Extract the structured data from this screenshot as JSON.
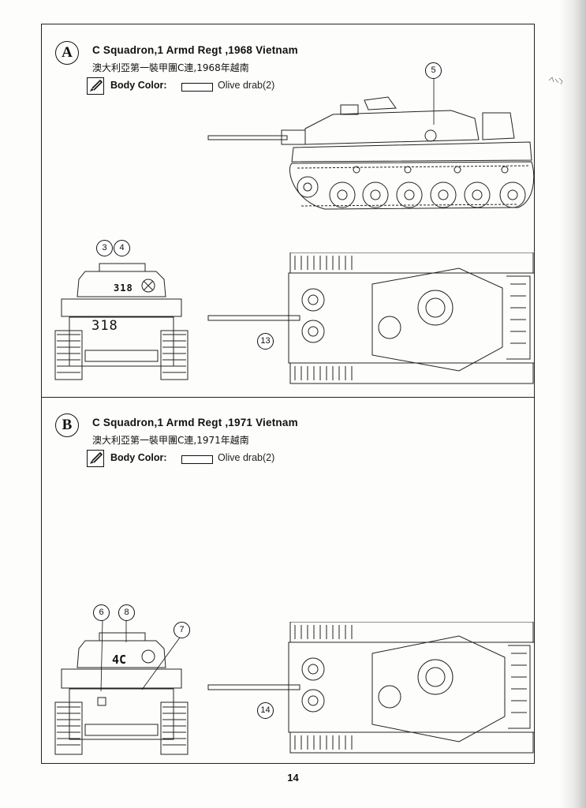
{
  "sections": [
    {
      "badge": "A",
      "title": "C Squadron,1 Armd Regt ,1968 Vietnam",
      "subtitle": "澳大利亞第一裝甲團C連,1968年越南",
      "body_color_label": "Body Color:",
      "body_color_value": "Olive drab(2)",
      "callouts": [
        "5",
        "3",
        "4",
        "13"
      ],
      "hull_number_markings": [
        "318",
        "318"
      ]
    },
    {
      "badge": "B",
      "title": "C Squadron,1 Armd Regt ,1971 Vietnam",
      "subtitle": "澳大利亞第一裝甲團C連,1971年越南",
      "body_color_label": "Body Color:",
      "body_color_value": "Olive drab(2)",
      "callouts": [
        "6",
        "8",
        "7",
        "14"
      ],
      "turret_marking": "4C"
    }
  ],
  "page_number": "14"
}
